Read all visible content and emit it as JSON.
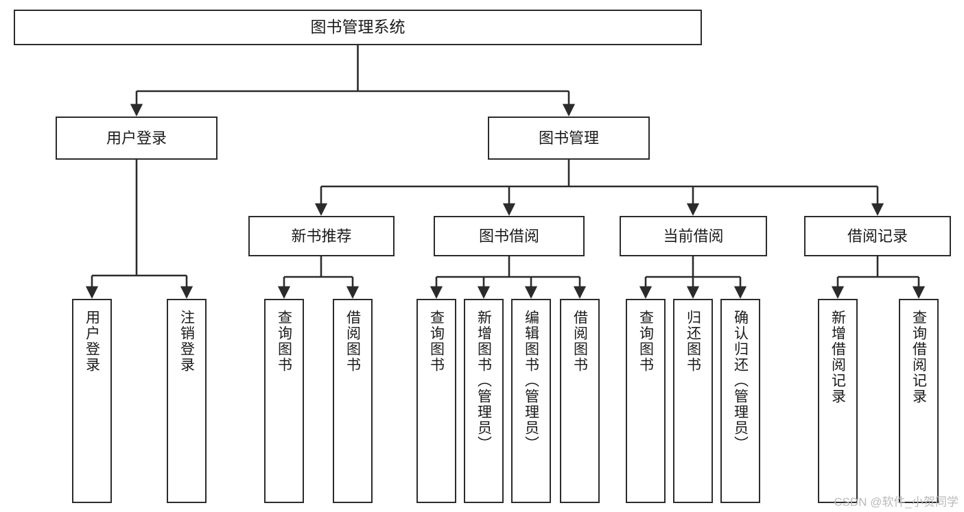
{
  "diagram": {
    "type": "tree",
    "title": "图书管理系统",
    "watermark": "CSDN @软件_小贺同学",
    "colors": {
      "box_border": "#2b2b2b",
      "box_fill": "#ffffff",
      "edge": "#2b2b2b",
      "text": "#1a1a1a",
      "watermark": "#b9b9b9"
    },
    "root": {
      "label": "图书管理系统"
    },
    "level2": [
      {
        "label": "用户登录"
      },
      {
        "label": "图书管理"
      }
    ],
    "level3": [
      {
        "label": "新书推荐"
      },
      {
        "label": "图书借阅"
      },
      {
        "label": "当前借阅"
      },
      {
        "label": "借阅记录"
      }
    ],
    "leaves": {
      "user_login": [
        {
          "label": "用户登录"
        },
        {
          "label": "注销登录"
        }
      ],
      "new_book_recommend": [
        {
          "label": "查询图书"
        },
        {
          "label": "借阅图书"
        }
      ],
      "book_borrow": [
        {
          "label": "查询图书"
        },
        {
          "label": "新增图书（管理员）"
        },
        {
          "label": "编辑图书（管理员）"
        },
        {
          "label": "借阅图书"
        }
      ],
      "current_borrow": [
        {
          "label": "查询图书"
        },
        {
          "label": "归还图书"
        },
        {
          "label": "确认归还（管理员）"
        }
      ],
      "borrow_record": [
        {
          "label": "新增借阅记录"
        },
        {
          "label": "查询借阅记录"
        }
      ]
    }
  }
}
